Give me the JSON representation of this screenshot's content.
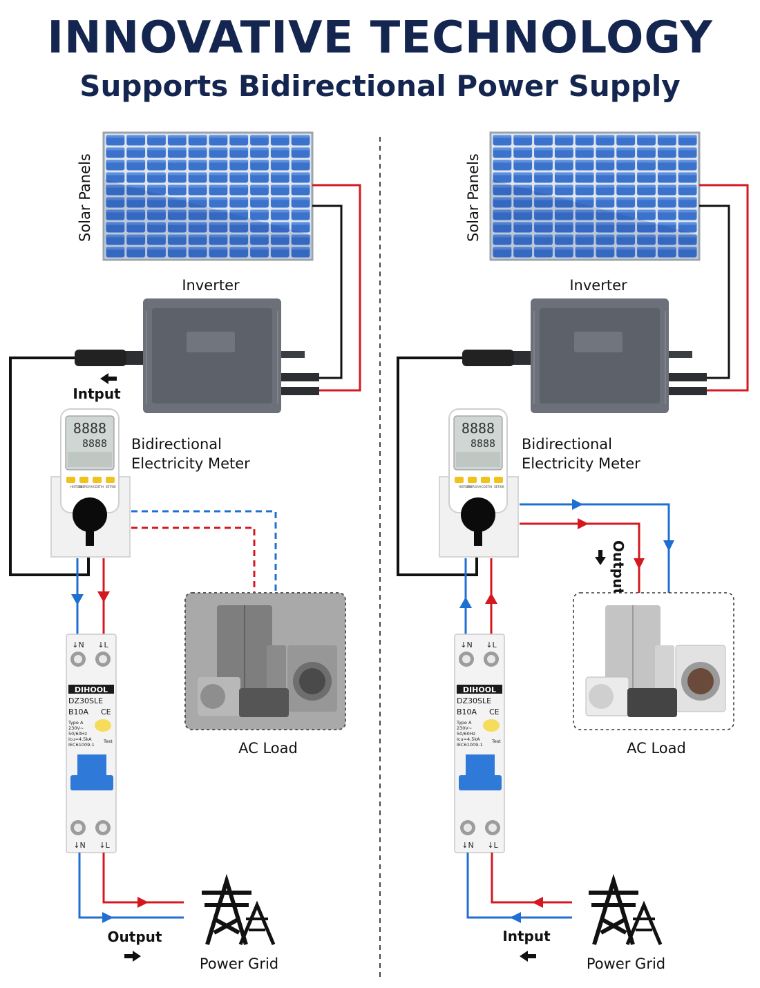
{
  "header": {
    "title": "INNOVATIVE TECHNOLOGY",
    "subtitle": "Supports Bidirectional Power Supply"
  },
  "labels": {
    "solar_panels": "Solar Panels",
    "inverter": "Inverter",
    "meter_line1": "Bidirectional",
    "meter_line2": "Electricity Meter",
    "ac_load": "AC Load",
    "power_grid": "Power Grid",
    "terminal_n": "↓N",
    "terminal_l": "↓L"
  },
  "breaker": {
    "brand": "DIHOOL",
    "model": "DZ30SLE",
    "rating": "B10A",
    "ce": "CE",
    "spec1": "Type A",
    "spec2": "230V~",
    "spec3": "50/60Hz",
    "spec4": "Icu=4.5kA",
    "spec5": "IEC61009-1",
    "test": "Test"
  },
  "meter": {
    "display1": "8888",
    "display2": "8888",
    "btn1": "HISTORY",
    "btn2": "ENERGY/H",
    "btn3": "COST/H",
    "btn4": "SET/OK"
  },
  "left_panel": {
    "inverter_flow": "Intput",
    "grid_flow": "Output"
  },
  "right_panel": {
    "load_flow": "Output",
    "grid_flow": "Intput"
  },
  "colors": {
    "title": "#14264f",
    "neutral_wire": "#1f6fd1",
    "live_wire": "#d4181f",
    "dc_wire": "#111111",
    "panel_blue": "#2f65c2"
  }
}
